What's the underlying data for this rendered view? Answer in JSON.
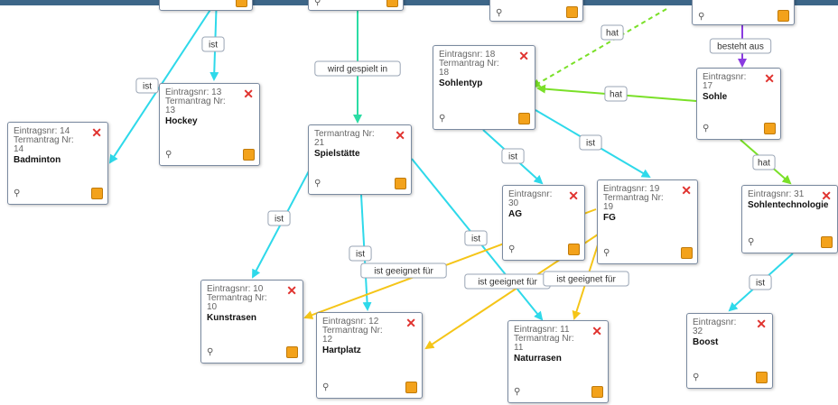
{
  "colors": {
    "cyan": "#2ed9ea",
    "green": "#7ae028",
    "teal": "#2bdca4",
    "yellow": "#f5c518",
    "purple": "#8a3be0"
  },
  "icons": {
    "close": "close-icon",
    "tree": "tree-icon",
    "square": "orange-square-icon"
  },
  "nodes": [
    {
      "id": "badminton",
      "meta": "Eintragsnr: 14\nTermantrag Nr:\n14",
      "name": "Badminton"
    },
    {
      "id": "hockey",
      "meta": "Eintragsnr: 13\nTermantrag Nr:\n13",
      "name": "Hockey"
    },
    {
      "id": "spielstaette",
      "meta": "Termantrag Nr:\n21",
      "name": "Spielstätte"
    },
    {
      "id": "sohlentyp",
      "meta": "Eintragsnr: 18\nTermantrag Nr:\n18",
      "name": "Sohlentyp"
    },
    {
      "id": "sohle",
      "meta": "Eintragsnr:\n17",
      "name": "Sohle"
    },
    {
      "id": "ag",
      "meta": "Eintragsnr:\n30",
      "name": "AG"
    },
    {
      "id": "fg",
      "meta": "Eintragsnr: 19\nTermantrag Nr:\n19",
      "name": "FG"
    },
    {
      "id": "sohlentechnologie",
      "meta": "Eintragsnr: 31",
      "name": "Sohlentechnologie"
    },
    {
      "id": "kunstrasen",
      "meta": "Eintragsnr: 10\nTermantrag Nr:\n10",
      "name": "Kunstrasen"
    },
    {
      "id": "hartplatz",
      "meta": "Eintragsnr: 12\nTermantrag Nr:\n12",
      "name": "Hartplatz"
    },
    {
      "id": "naturrasen",
      "meta": "Eintragsnr: 11\nTermantrag Nr:\n11",
      "name": "Naturrasen"
    },
    {
      "id": "boost",
      "meta": "Eintragsnr:\n32",
      "name": "Boost"
    },
    {
      "id": "top1",
      "meta": "",
      "name": ""
    },
    {
      "id": "top2",
      "meta": "",
      "name": ""
    },
    {
      "id": "top3",
      "meta": "",
      "name": ""
    },
    {
      "id": "top4",
      "meta": "",
      "name": ""
    }
  ],
  "edges": [
    {
      "label": "ist"
    },
    {
      "label": "ist"
    },
    {
      "label": "wird gespielt in"
    },
    {
      "label": "hat"
    },
    {
      "label": "besteht aus"
    },
    {
      "label": "hat"
    },
    {
      "label": "ist"
    },
    {
      "label": "ist"
    },
    {
      "label": "hat"
    },
    {
      "label": "ist"
    },
    {
      "label": "ist"
    },
    {
      "label": "ist"
    },
    {
      "label": "ist geeignet für"
    },
    {
      "label": "ist geeignet für"
    },
    {
      "label": "ist geeignet für"
    },
    {
      "label": "ist"
    }
  ]
}
